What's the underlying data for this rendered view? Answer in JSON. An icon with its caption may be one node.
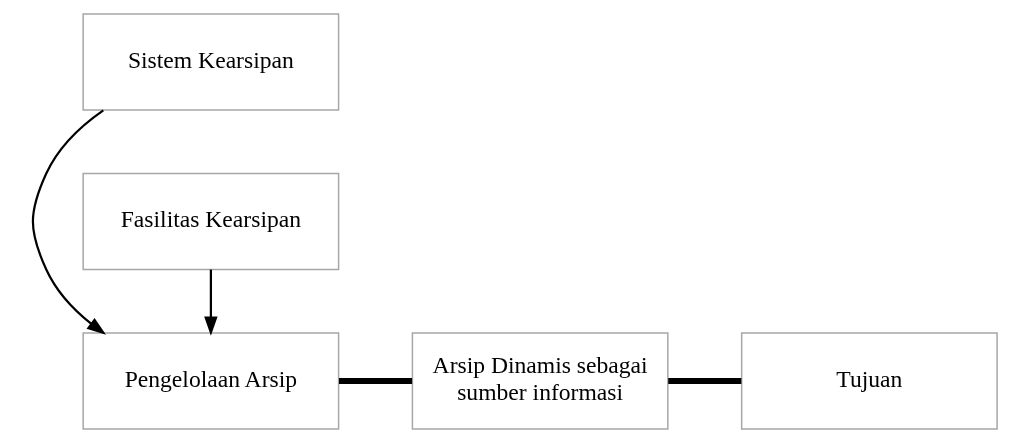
{
  "diagram": {
    "nodes": [
      {
        "text": [
          "Sistem Kearsipan"
        ]
      },
      {
        "text": [
          "Pengelolaan Arsip"
        ]
      },
      {
        "text": [
          "Arsip Dinamis sebagai sumber informasi"
        ]
      },
      {
        "text": [
          "Tujuan"
        ]
      },
      {
        "text": [
          "Fasilitas Kearsipan"
        ]
      }
    ],
    "edges": [
      {
        "from": 0,
        "to": 1,
        "arrow": "to"
      },
      {
        "from": 4,
        "to": 1,
        "arrow": "to"
      },
      {
        "from": 1,
        "to": 2,
        "arrow": "none",
        "style": "thick"
      },
      {
        "from": 2,
        "to": 3,
        "arrow": "none",
        "style": "thick"
      }
    ]
  }
}
